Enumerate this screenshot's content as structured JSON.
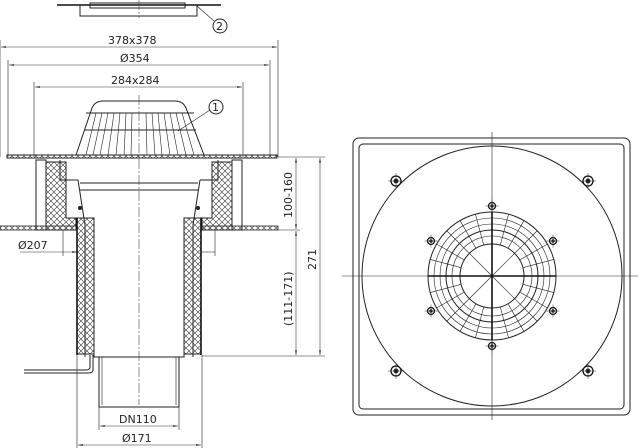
{
  "drawing": {
    "dimensions": {
      "flange_square": "378x378",
      "flange_diameter": "Ø354",
      "grate_square": "284x284",
      "collar_diameter": "Ø207",
      "height_range": "100-160",
      "total_height": "271",
      "lower_range": "(111-171)",
      "pipe_nominal": "DN110",
      "pipe_outer_diameter": "Ø171"
    },
    "callouts": {
      "item1": "1",
      "item2": "2"
    }
  }
}
